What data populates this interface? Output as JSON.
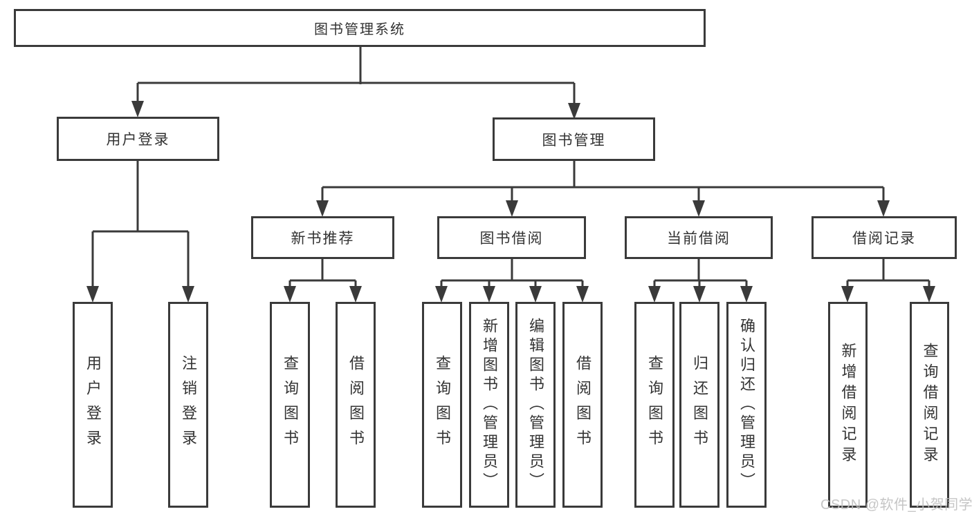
{
  "diagram": {
    "title": "图书管理系统",
    "type": "function-structure-tree",
    "colors": {
      "line": "#3a3a3a",
      "box_border": "#3a3a3a",
      "box_background": "#ffffff",
      "text": "#333333",
      "watermark": "#bfbfbf"
    },
    "nodes": {
      "root": "图书管理系统",
      "user_login": "用户登录",
      "book_management": "图书管理",
      "new_book_recommend": "新书推荐",
      "book_borrowing": "图书借阅",
      "current_borrowing": "当前借阅",
      "borrowing_records": "借阅记录",
      "leaf_user_login": "用户登录",
      "leaf_logout": "注销登录",
      "leaf_nbr_query_books": "查询图书",
      "leaf_nbr_borrow_books": "借阅图书",
      "leaf_bb_query_books": "查询图书",
      "leaf_bb_add_books": "新增图书（管理员）",
      "leaf_bb_edit_books": "编辑图书（管理员）",
      "leaf_bb_borrow_books": "借阅图书",
      "leaf_cb_query_books": "查询图书",
      "leaf_cb_return_books": "归还图书",
      "leaf_cb_confirm_return": "确认归还（管理员）",
      "leaf_br_add_record": "新增借阅记录",
      "leaf_br_query_record": "查询借阅记录"
    },
    "hierarchy": {
      "图书管理系统": {
        "用户登录": [
          "用户登录",
          "注销登录"
        ],
        "图书管理": {
          "新书推荐": [
            "查询图书",
            "借阅图书"
          ],
          "图书借阅": [
            "查询图书",
            "新增图书（管理员）",
            "编辑图书（管理员）",
            "借阅图书"
          ],
          "当前借阅": [
            "查询图书",
            "归还图书",
            "确认归还（管理员）"
          ],
          "借阅记录": [
            "新增借阅记录",
            "查询借阅记录"
          ]
        }
      }
    },
    "watermark": "CSDN @软件_小贺同学"
  }
}
